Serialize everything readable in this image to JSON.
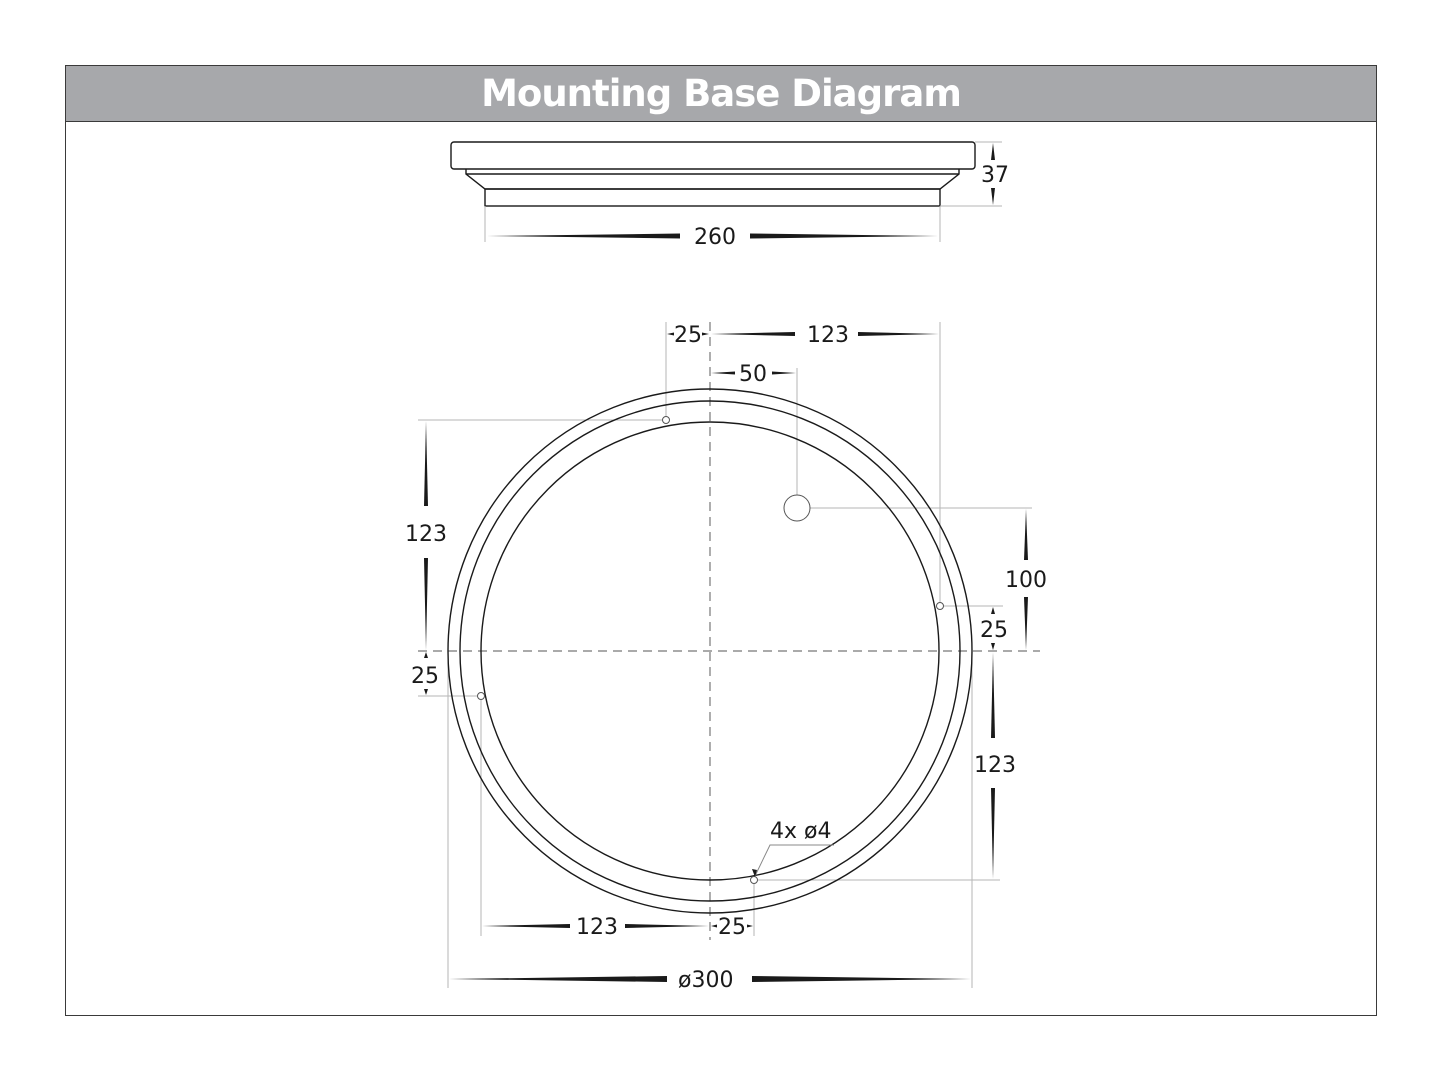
{
  "header": {
    "title": "Mounting Base Diagram"
  },
  "side_view": {
    "height_label": "37",
    "width_label": "260"
  },
  "plan_view": {
    "outer_diameter_label": "ø300",
    "hole_callout_label": "4x ø4",
    "top": {
      "offset_left_label": "25",
      "offset_right_label": "123",
      "cable_offset_label": "50"
    },
    "right": {
      "cable_height_label": "100",
      "hole_offset_label": "25",
      "lower_label": "123"
    },
    "left": {
      "upper_label": "123",
      "hole_offset_label": "25"
    },
    "bottom": {
      "left_label": "123",
      "hole_offset_label": "25"
    }
  },
  "colors": {
    "header_bg": "#a7a8ab",
    "header_text": "#ffffff",
    "line": "#1a1a1a",
    "extension_line": "#b5b5b5",
    "centerline": "#777777"
  }
}
